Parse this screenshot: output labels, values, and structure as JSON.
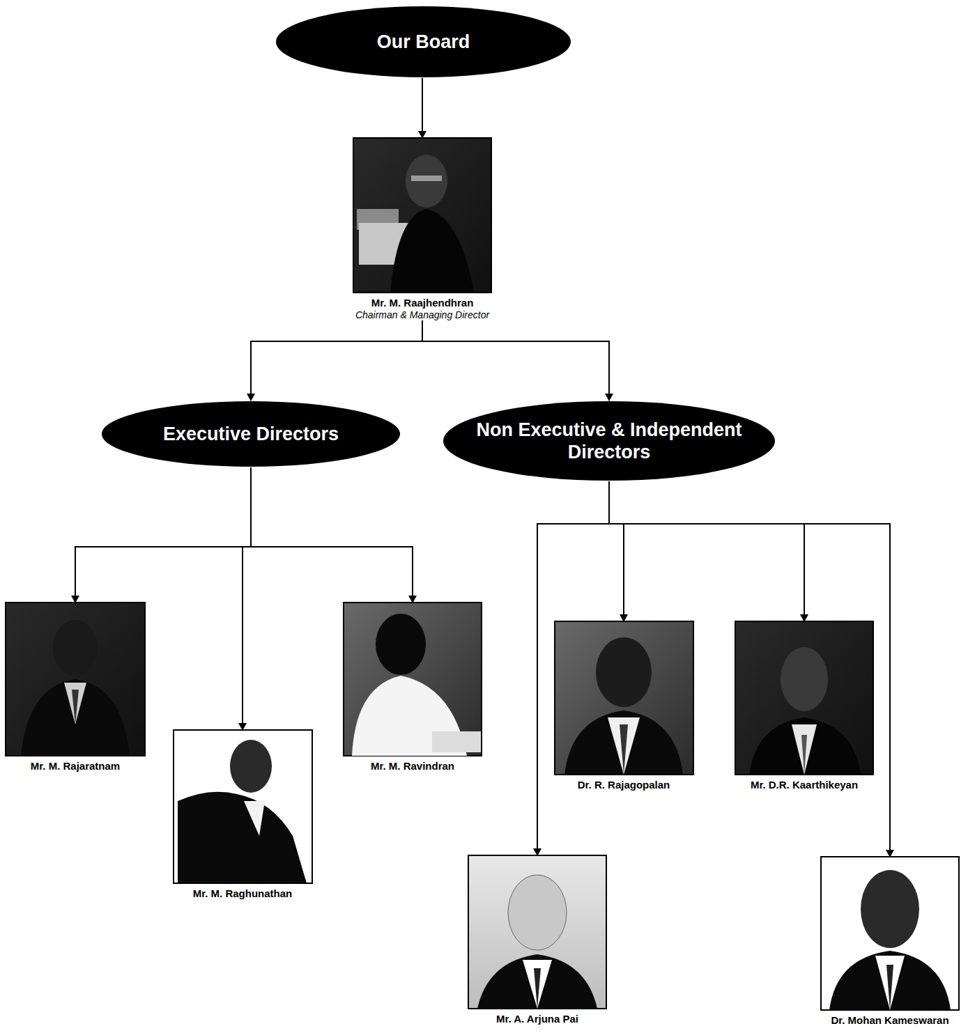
{
  "diagram": {
    "nodes": [
      {
        "text": [
          "Our Board"
        ]
      },
      {
        "text": [
          "Mr. M. Raajhendhran",
          "Chairman & Managing Director"
        ]
      },
      {
        "text": [
          "Executive Directors"
        ]
      },
      {
        "text": [
          "Non Executive & Independent Directors"
        ]
      },
      {
        "text": [
          "Mr. M. Rajaratnam"
        ]
      },
      {
        "text": [
          "Mr. M. Raghunathan"
        ]
      },
      {
        "text": [
          "Mr. M. Ravindran"
        ]
      },
      {
        "text": [
          "Dr. R. Rajagopalan"
        ]
      },
      {
        "text": [
          "Mr. D.R. Kaarthikeyan"
        ]
      },
      {
        "text": [
          "Mr. A. Arjuna Pai"
        ]
      },
      {
        "text": [
          "Dr. Mohan Kameswaran"
        ]
      }
    ],
    "edges": [
      {
        "from": 0,
        "to": 1,
        "arrow": "to"
      },
      {
        "from": 1,
        "to": 2,
        "arrow": "to"
      },
      {
        "from": 1,
        "to": 3,
        "arrow": "to"
      },
      {
        "from": 2,
        "to": 4,
        "arrow": "to"
      },
      {
        "from": 2,
        "to": 5,
        "arrow": "to"
      },
      {
        "from": 2,
        "to": 6,
        "arrow": "to"
      },
      {
        "from": 3,
        "to": 7,
        "arrow": "to"
      },
      {
        "from": 3,
        "to": 8,
        "arrow": "to"
      },
      {
        "from": 3,
        "to": 9,
        "arrow": "to"
      },
      {
        "from": 3,
        "to": 10,
        "arrow": "to"
      }
    ]
  }
}
